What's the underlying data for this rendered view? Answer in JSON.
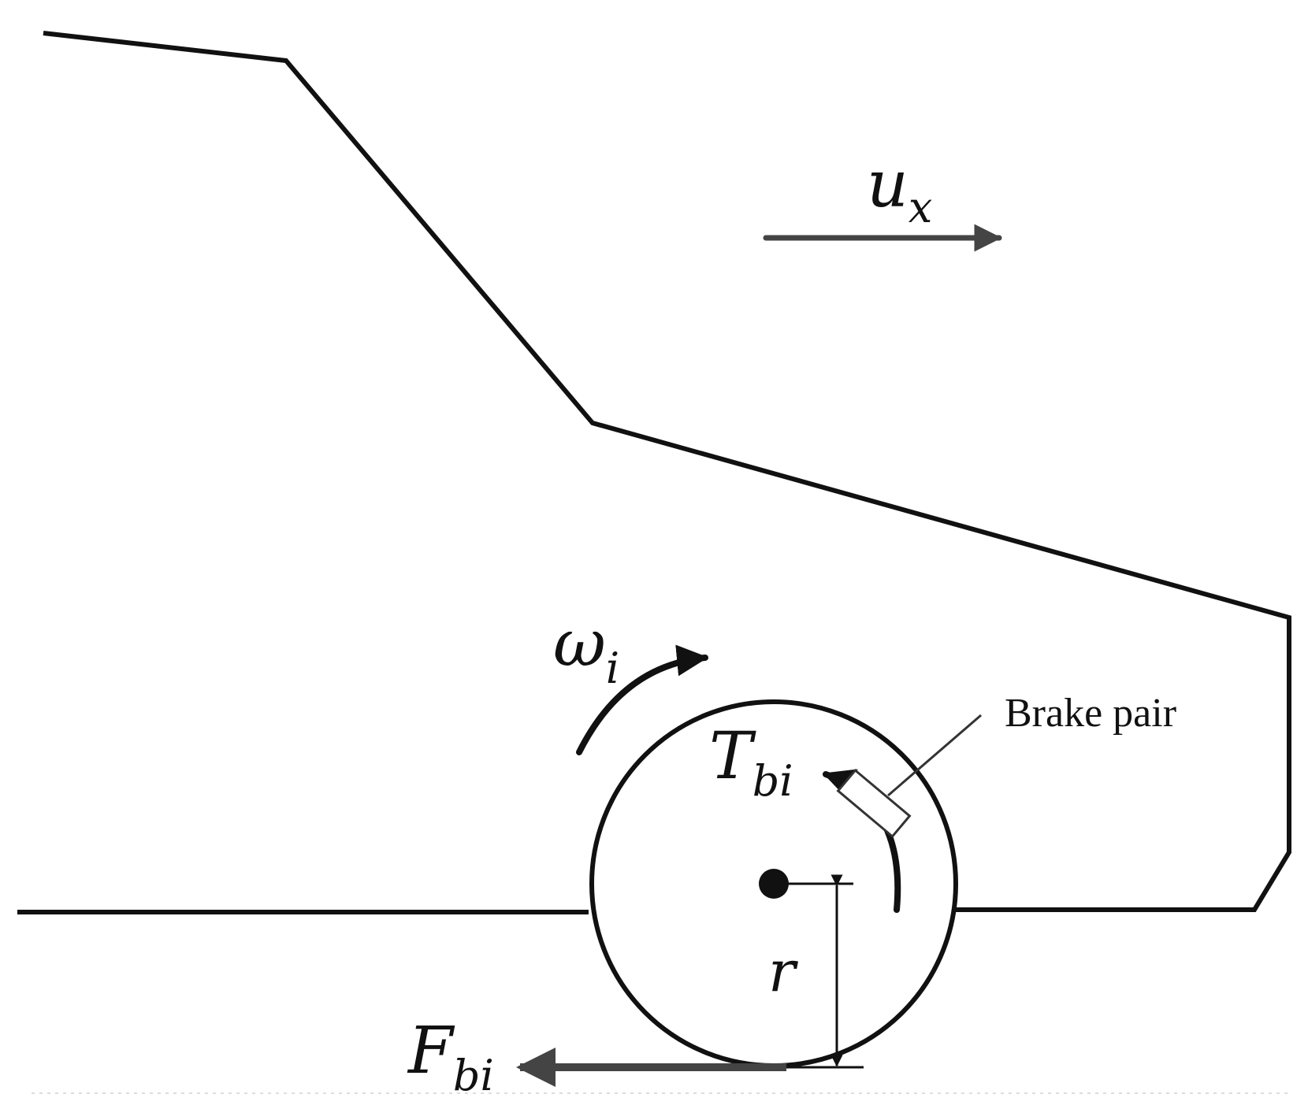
{
  "labels": {
    "velocity": {
      "main": "u",
      "sub": "x"
    },
    "angular_velocity": {
      "main": "ω",
      "sub": "i"
    },
    "brake_torque": {
      "main": "T",
      "sub": "bi"
    },
    "brake_force": {
      "main": "F",
      "sub": "bi"
    },
    "radius": "r",
    "brake_pair": "Brake pair"
  },
  "colors": {
    "line": "#111111",
    "arrow": "#444444"
  }
}
